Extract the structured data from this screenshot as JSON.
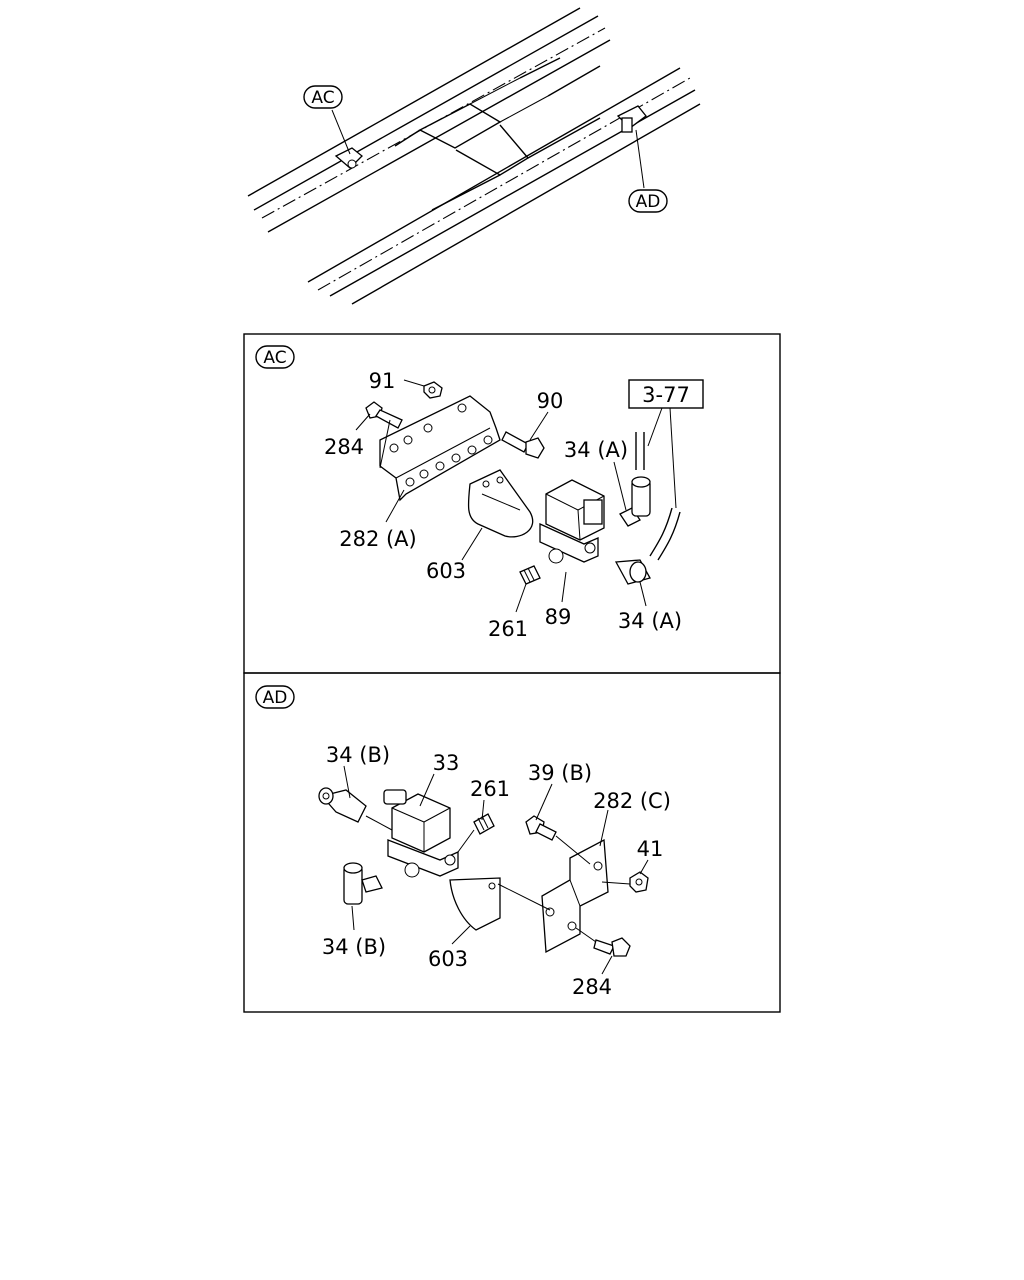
{
  "overview": {
    "callouts": {
      "ac": "AC",
      "ad": "AD"
    }
  },
  "panel_ac": {
    "tag": "AC",
    "ref_box": "3-77",
    "labels": {
      "p91": "91",
      "p90": "90",
      "p284": "284",
      "p34a_top": "34 (A)",
      "p282a": "282 (A)",
      "p603": "603",
      "p261": "261",
      "p89": "89",
      "p34a_bot": "34 (A)"
    }
  },
  "panel_ad": {
    "tag": "AD",
    "labels": {
      "p34b_top": "34 (B)",
      "p33": "33",
      "p261": "261",
      "p39b": "39 (B)",
      "p282c": "282 (C)",
      "p41": "41",
      "p34b_bot": "34 (B)",
      "p603": "603",
      "p284": "284"
    }
  }
}
